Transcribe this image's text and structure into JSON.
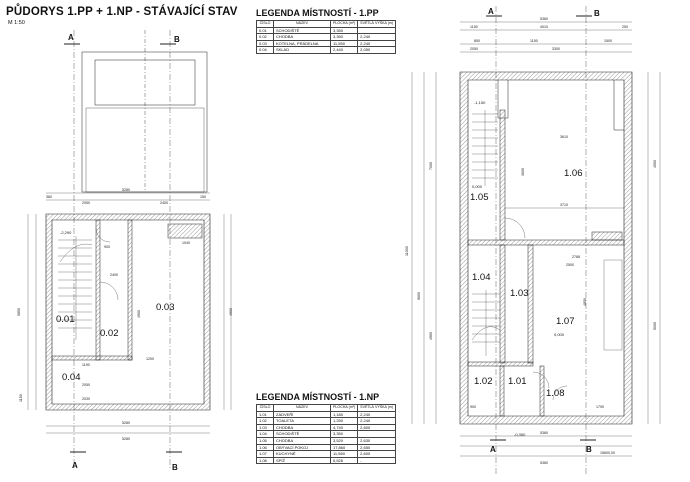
{
  "title": "PŮDORYS 1.PP + 1.NP - STÁVAJÍCÍ STAV",
  "scale": "M 1:50",
  "legend_pp": {
    "title": "LEGENDA MÍSTNOSTÍ - 1.PP",
    "headers": [
      "ČÍSLO",
      "NÁZEV",
      "PLOCHA (m²)",
      "SVĚTLÁ VÝŠKA (m)"
    ],
    "rows": [
      [
        "0.01",
        "SCHODIŠTĚ",
        "3,350",
        ""
      ],
      [
        "0.02",
        "CHODBA",
        "3,350",
        "2,240"
      ],
      [
        "0.03",
        "KOTELNA, PRÁDELNA",
        "11,550",
        "2,240"
      ],
      [
        "0.04",
        "SKLAD",
        "2,440",
        "2,050"
      ]
    ]
  },
  "legend_np": {
    "title": "LEGENDA MÍSTNOSTÍ - 1.NP",
    "headers": [
      "ČÍSLO",
      "NÁZEV",
      "PLOCHA (m²)",
      "SVĚTLÁ VÝŠKA (m)"
    ],
    "rows": [
      [
        "1.01",
        "ZÁDVEŘÍ",
        "1,180",
        "2,240"
      ],
      [
        "1.02",
        "TOALETA",
        "1,250",
        "2,240"
      ],
      [
        "1.03",
        "CHODBA",
        "4,740",
        "2,600"
      ],
      [
        "1.04",
        "SCHODIŠTĚ",
        "3,350",
        ""
      ],
      [
        "1.05",
        "CHODBA",
        "3,520",
        "2,630"
      ],
      [
        "1.06",
        "OBÝVACÍ POKOJ",
        "17,860",
        "2,650"
      ],
      [
        "1.07",
        "KUCHYNĚ",
        "11,560",
        "2,600"
      ],
      [
        "1.08",
        "SPÍŽ",
        "0,526",
        "-"
      ]
    ]
  },
  "rooms_pp": [
    "0.01",
    "0.02",
    "0.03",
    "0.04"
  ],
  "rooms_np": [
    "1.01",
    "1.02",
    "1.03",
    "1.04",
    "1.05",
    "1.06",
    "1.07",
    "1.08"
  ],
  "section_marks": [
    "A",
    "B"
  ],
  "levels": {
    "pp": "-2,290",
    "np_top": "-1,150",
    "np_105": "0,000",
    "np_107": "0,000",
    "np_entry": "-0,350"
  },
  "dims_pp": {
    "overall_width": "5280",
    "bottom_width": "5280",
    "inner_2050": "2050",
    "inner_2400": "2400",
    "side_4900": "4900",
    "side_5850": "5850",
    "upper_900": "900",
    "upper_1040": "1040",
    "side_1200": "1200",
    "side_1150": "1150",
    "bot_2030": "2030",
    "bot_1190": "1190",
    "seg_360": "360",
    "seg_150": "150"
  },
  "dims_np": {
    "overall_width": "5360",
    "top_1150": "1150",
    "top_4010": "4010",
    "top_250": "250",
    "top_850": "850",
    "top_1150b": "1150",
    "top_3300": "3300",
    "top_1500": "1500",
    "top_2050": "2050",
    "rm106_w": "3610",
    "rm106_h": "3600",
    "rm106_w2": "3710",
    "rm107_w": "2500",
    "rm107_h": "4850",
    "side_9600": "9600",
    "side_7000": "7000",
    "side_11000": "11000",
    "side_4965": "4965",
    "side_5000": "5000",
    "side_4500": "4500",
    "bot_900": "900",
    "bot_1790": "1790",
    "bot_2768": "2768",
    "bot_15600": "15600,00"
  }
}
